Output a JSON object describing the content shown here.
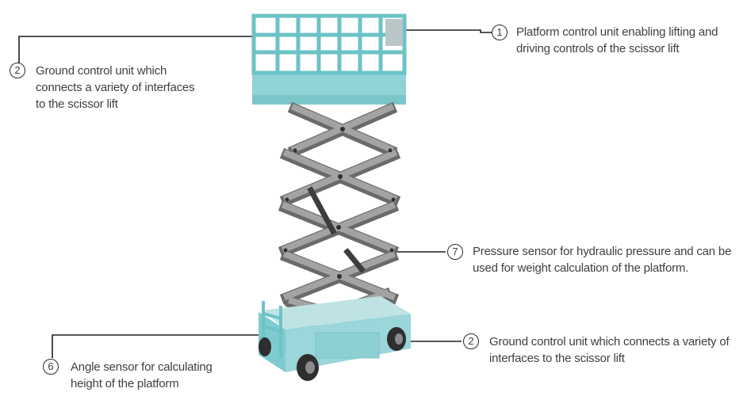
{
  "callouts": [
    {
      "number": "1",
      "text": "Platform control unit enabling lifting and driving controls of the scissor lift"
    },
    {
      "number": "2",
      "text": "Ground control unit which connects a variety of interfaces to the scissor lift"
    },
    {
      "number": "7",
      "text": "Pressure sensor for hydraulic pressure and can be used for weight calculation of the platform."
    },
    {
      "number": "2",
      "text": "Ground control unit which connects a variety of interfaces to the scissor lift"
    },
    {
      "number": "6",
      "text": "Angle sensor for calculating height of the platform"
    }
  ],
  "colors": {
    "platform": "#8fd3d6",
    "platform_dark": "#5fb3b8",
    "rail": "#6cc3c6",
    "scissor": "#8c8c8c",
    "scissor_dark": "#6a6a6a",
    "wheel": "#2e2e2e",
    "leader": "#1f1f1f"
  }
}
